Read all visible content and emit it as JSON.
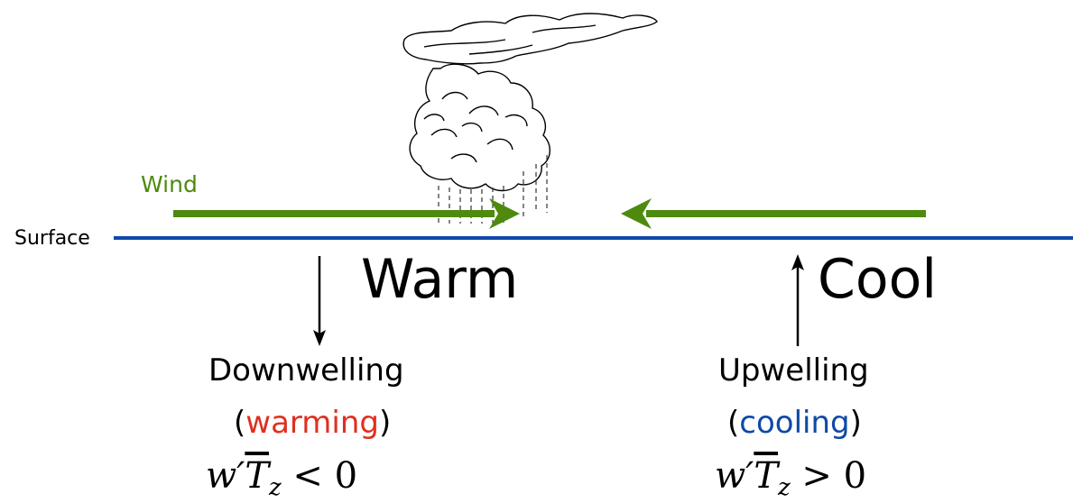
{
  "labels": {
    "wind": "Wind",
    "surface": "Surface",
    "warm": "Warm",
    "cool": "Cool",
    "downwelling": "Downwelling",
    "upwelling": "Upwelling",
    "warming": "warming",
    "cooling": "cooling",
    "paren_open": "(",
    "paren_close": ")"
  },
  "equations": {
    "left": {
      "var1": "w′",
      "var2": "T",
      "sub": "z",
      "relation": " < 0"
    },
    "right": {
      "var1": "w′",
      "var2": "T",
      "sub": "z",
      "relation": " > 0"
    }
  },
  "colors": {
    "wind": "#4e8a0e",
    "surface": "#0f49a8",
    "warming": "#e0301e",
    "cooling": "#0f49a8",
    "text": "#000000"
  },
  "icons": [
    "storm-cloud-icon",
    "rain-streaks-icon",
    "wind-arrow-right-icon",
    "wind-arrow-left-icon",
    "downward-arrow-icon",
    "upward-arrow-icon"
  ]
}
